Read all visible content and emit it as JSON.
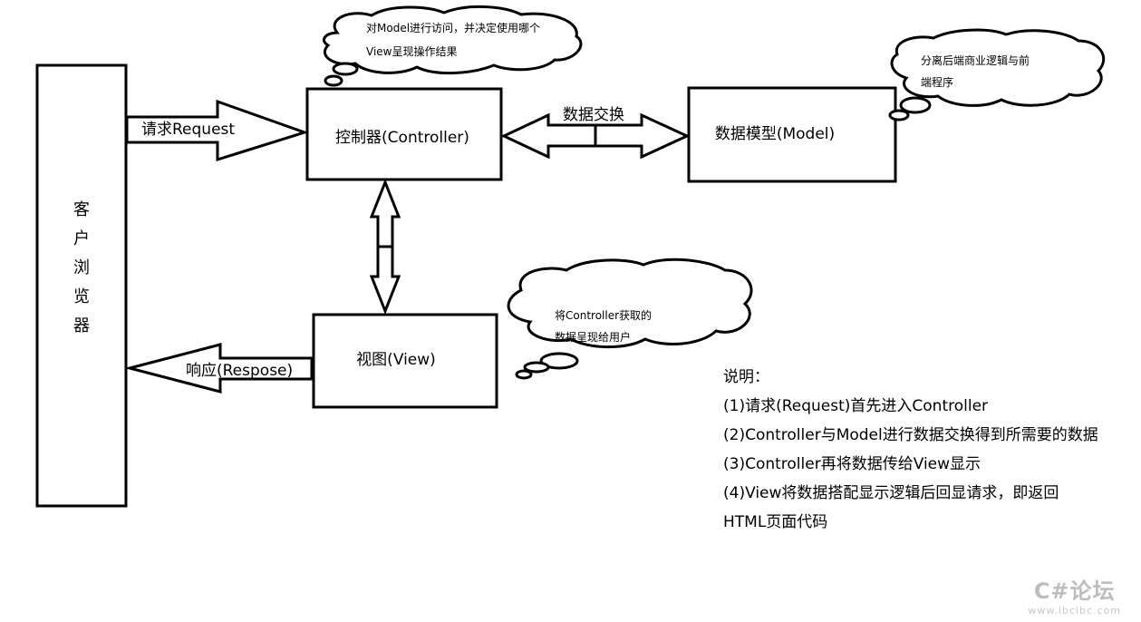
{
  "client": {
    "chars": [
      "客",
      "户",
      "浏",
      "览",
      "器"
    ]
  },
  "controller": {
    "label": "控制器(Controller)"
  },
  "model": {
    "label": "数据模型(Model)"
  },
  "view": {
    "label": "视图(View)"
  },
  "arrows": {
    "request": "请求Request",
    "response": "响应(Respose)",
    "exchange": "数据交换"
  },
  "bubbles": {
    "controller": [
      "对Model进行访问，并决定使用哪个",
      "View呈现操作结果"
    ],
    "model": [
      "分离后端商业逻辑与前",
      "端程序"
    ],
    "view": [
      "将Controller获取的",
      "数据呈现给用户"
    ]
  },
  "notes": [
    "说明：",
    "(1)请求(Request)首先进入Controller",
    "(2)Controller与Model进行数据交换得到所需要的数据",
    "(3)Controller再将数据传给View显示",
    "(4)View将数据搭配显示逻辑后回显请求，即返回",
    "HTML页面代码"
  ],
  "watermark": {
    "title": "C#论坛",
    "url": "www.ibcibc.com"
  }
}
